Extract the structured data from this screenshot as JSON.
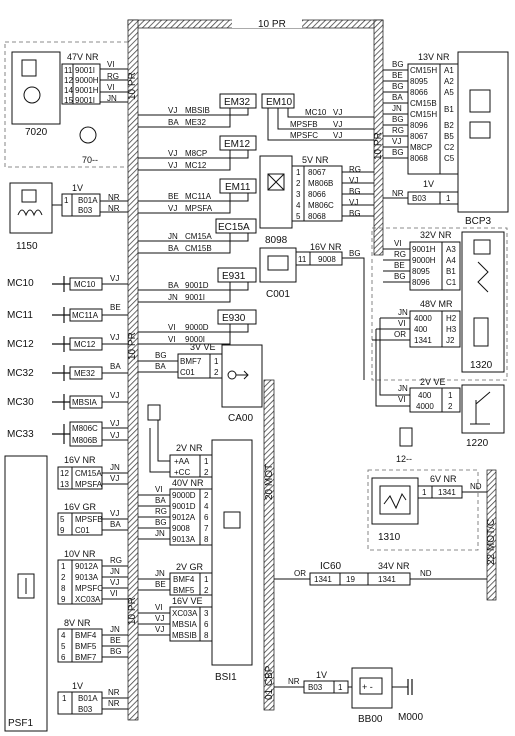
{
  "harness_labels": {
    "top": "10 PR",
    "left_upper": "10 PR",
    "left_mid": "10 PR",
    "left_low": "10 PR",
    "right_upper": "10 PR",
    "mid_vert": "20 MOT",
    "right_vert": "22 MOT/C",
    "bottom_vert": "01 CBP"
  },
  "components": {
    "c7020": {
      "id": "7020",
      "connector": "47V NR",
      "pins": [
        {
          "pin": "11",
          "wire": "9001I",
          "color": "VI"
        },
        {
          "pin": "12",
          "wire": "9000H",
          "color": "RG"
        },
        {
          "pin": "14",
          "wire": "9001H",
          "color": "VI"
        },
        {
          "pin": "15",
          "wire": "9001I",
          "color": "JN"
        }
      ],
      "sub": "70--"
    },
    "c1150": {
      "id": "1150",
      "connector": "1V",
      "pins": [
        {
          "pin": "1",
          "wire": "B01A",
          "color": "NR"
        },
        {
          "pin": "",
          "wire": "B03",
          "color": "NR"
        }
      ]
    },
    "cBCP3": {
      "id": "BCP3",
      "connector": "13V NR",
      "pins": [
        {
          "wire": "CM15H",
          "pin": "A1",
          "color": "BG"
        },
        {
          "wire": "8095",
          "pin": "A2",
          "color": "BE"
        },
        {
          "wire": "8066",
          "pin": "A5",
          "color": "BG"
        },
        {
          "wire": "CM15B",
          "pin": "B1",
          "color": "BA"
        },
        {
          "wire": "CM15H",
          "pin": "",
          "color": "JN"
        },
        {
          "wire": "8096",
          "pin": "B2",
          "color": "BG"
        },
        {
          "wire": "8067",
          "pin": "B5",
          "color": "RG"
        },
        {
          "wire": "M8CP",
          "pin": "C2",
          "color": "VJ"
        },
        {
          "wire": "8068",
          "pin": "C5",
          "color": "BG"
        }
      ],
      "conn2": "1V",
      "conn2_pin": {
        "wire": "B03",
        "pin": "1",
        "color": "NR"
      }
    },
    "c8098": {
      "id": "8098",
      "connector": "5V NR",
      "pins": [
        {
          "pin": "1",
          "wire": "8067",
          "color": "RG"
        },
        {
          "pin": "2",
          "wire": "M806B",
          "color": "VJ"
        },
        {
          "pin": "3",
          "wire": "8066",
          "color": "BG"
        },
        {
          "pin": "4",
          "wire": "M806C",
          "color": "VJ"
        },
        {
          "pin": "5",
          "wire": "8068",
          "color": "BG"
        }
      ]
    },
    "cC001": {
      "id": "C001",
      "connector": "16V NR",
      "pins": [
        {
          "pin": "11",
          "wire": "9008",
          "color": "BG"
        }
      ]
    },
    "c1320": {
      "id": "1320",
      "connector": "32V NR",
      "pins": [
        {
          "wire": "9001H",
          "pin": "A3",
          "color": "VI"
        },
        {
          "wire": "9000H",
          "pin": "A4",
          "color": "RG"
        },
        {
          "wire": "8095",
          "pin": "B1",
          "color": "BE"
        },
        {
          "wire": "8096",
          "pin": "C1",
          "color": "BG"
        }
      ],
      "conn2": "48V MR",
      "conn2_pins": [
        {
          "wire": "4000",
          "pin": "H2",
          "color": "JN"
        },
        {
          "wire": "400",
          "pin": "H3",
          "color": "VI"
        },
        {
          "wire": "1341",
          "pin": "J2",
          "color": "OR"
        }
      ]
    },
    "c1220": {
      "id": "1220",
      "connector": "2V VE",
      "pins": [
        {
          "wire": "400",
          "pin": "1",
          "color": "JN"
        },
        {
          "wire": "4000",
          "pin": "2",
          "color": "VI"
        }
      ],
      "sub": "12--"
    },
    "c1310": {
      "id": "1310",
      "connector": "6V NR",
      "pins": [
        {
          "pin": "1",
          "wire": "1341",
          "color": "ND"
        }
      ]
    },
    "cCA00": {
      "id": "CA00",
      "connector": "3V VE",
      "pins": [
        {
          "wire": "BMF7",
          "pin": "1",
          "color": "BG"
        },
        {
          "wire": "C01",
          "pin": "2",
          "color": "BA"
        }
      ]
    },
    "cBSI1": {
      "id": "BSI1",
      "connA": "2V NR",
      "pinsA": [
        {
          "wire": "+AA",
          "pin": "1"
        },
        {
          "wire": "+CC",
          "pin": "2"
        }
      ],
      "connB": "40V NR",
      "pinsB": [
        {
          "wire": "9000D",
          "pin": "2",
          "color": "VI"
        },
        {
          "wire": "9001D",
          "pin": "4",
          "color": "BA"
        },
        {
          "wire": "9012A",
          "pin": "6",
          "color": "RG"
        },
        {
          "wire": "9008",
          "pin": "7",
          "color": "BG"
        },
        {
          "wire": "9013A",
          "pin": "8",
          "color": "JN"
        }
      ],
      "connC": "2V GR",
      "pinsC": [
        {
          "wire": "BMF4",
          "pin": "1",
          "color": "JN"
        },
        {
          "wire": "BMF5",
          "pin": "2",
          "color": "BE"
        }
      ],
      "connD": "16V VE",
      "pinsD": [
        {
          "wire": "XC03A",
          "pin": "3",
          "color": "VI"
        },
        {
          "wire": "MBSIA",
          "pin": "6",
          "color": "VJ"
        },
        {
          "wire": "MBSIB",
          "pin": "8",
          "color": "VJ"
        }
      ]
    },
    "cPSF1": {
      "id": "PSF1",
      "connA": "16V NR",
      "pinsA": [
        {
          "pin": "12",
          "wire": "CM15A",
          "color": "JN"
        },
        {
          "pin": "13",
          "wire": "MPSFA",
          "color": "VJ"
        }
      ],
      "connB": "16V GR",
      "pinsB": [
        {
          "pin": "5",
          "wire": "MPSFB",
          "color": "VJ"
        },
        {
          "pin": "9",
          "wire": "C01",
          "color": "BA"
        }
      ],
      "connC": "10V NR",
      "pinsC": [
        {
          "pin": "1",
          "wire": "9012A",
          "color": "RG"
        },
        {
          "pin": "2",
          "wire": "9013A",
          "color": "JN"
        },
        {
          "pin": "8",
          "wire": "MPSFC",
          "color": "VJ"
        },
        {
          "pin": "9",
          "wire": "XC03A",
          "color": "VI"
        }
      ],
      "connD": "8V NR",
      "pinsD": [
        {
          "pin": "4",
          "wire": "BMF4",
          "color": "JN"
        },
        {
          "pin": "5",
          "wire": "BMF5",
          "color": "BE"
        },
        {
          "pin": "6",
          "wire": "BMF7",
          "color": "BG"
        }
      ],
      "connE": "1V",
      "pinsE": [
        {
          "pin": "1",
          "wire": "B01A",
          "color": "NR"
        },
        {
          "pin": "",
          "wire": "B03",
          "color": "NR"
        }
      ]
    },
    "cBB00": {
      "id": "BB00",
      "connector": "1V",
      "pins": [
        {
          "wire": "B03",
          "pin": "1",
          "color": "NR"
        }
      ]
    },
    "ground": {
      "id": "M000"
    }
  },
  "splices": [
    {
      "id": "EM32",
      "w1": "MBSIB",
      "c1": "VJ",
      "w2": "ME32",
      "c2": "BA"
    },
    {
      "id": "EM10",
      "w1": "MC10",
      "c1": "VJ",
      "w2": "MPSFB",
      "c2": "VJ",
      "w3": "MPSFC",
      "c3": "VJ"
    },
    {
      "id": "EM12",
      "w1": "M8CP",
      "c1": "VJ",
      "w2": "MC12",
      "c2": "VJ"
    },
    {
      "id": "EM11",
      "w1": "MC11A",
      "c1": "BE",
      "w2": "MPSFA",
      "c2": "VJ"
    },
    {
      "id": "EC15A",
      "w1": "CM15A",
      "c1": "JN",
      "w2": "CM15B",
      "c2": "BA"
    },
    {
      "id": "E931",
      "w1": "9001D",
      "c1": "BA",
      "w2": "9001I",
      "c2": "JN"
    },
    {
      "id": "E930",
      "w1": "9000D",
      "c1": "VI",
      "w2": "9000I",
      "c2": "VI"
    }
  ],
  "grounds": [
    {
      "id": "MC10",
      "wire": "MC10",
      "color": "VJ"
    },
    {
      "id": "MC11",
      "wire": "MC11A",
      "color": "BE"
    },
    {
      "id": "MC12",
      "wire": "MC12",
      "color": "VJ"
    },
    {
      "id": "MC32",
      "wire": "ME32",
      "color": "BA"
    },
    {
      "id": "MC30",
      "wire": "MBSIA",
      "color": "VJ"
    },
    {
      "id": "MC33",
      "wire": "M806C",
      "wire2": "M806B",
      "color": "VJ"
    }
  ],
  "ic60": {
    "id": "IC60",
    "connector": "34V NR",
    "wire": "1341",
    "pin": "19",
    "wire2": "1341",
    "color_left": "OR",
    "color_right": "ND"
  }
}
